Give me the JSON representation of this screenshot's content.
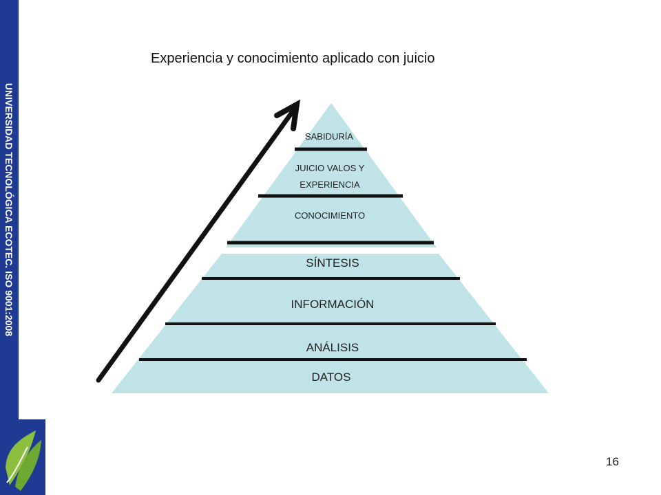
{
  "sidebar": {
    "text": "UNIVERSIDAD TECNOLÓGICA ECOTEC. ISO 9001:2008"
  },
  "title": "Experiencia y conocimiento aplicado con juicio",
  "page_number": "16",
  "colors": {
    "sidebar": "#1f3a93",
    "pyramid_fill": "#bfe3e6",
    "divider": "#111111",
    "logo_blue": "#1f3a93",
    "logo_green": "#8cbf3f"
  },
  "pyramid": {
    "levels": [
      {
        "label": "SABIDURÍA"
      },
      {
        "label": "JUICIO VALOS Y EXPERIENCIA",
        "line1": "JUICIO VALOS Y",
        "line2": "EXPERIENCIA"
      },
      {
        "label": "CONOCIMIENTO"
      },
      {
        "label": "SÍNTESIS"
      },
      {
        "label": "INFORMACIÓN"
      },
      {
        "label": "ANÁLISIS"
      },
      {
        "label": "DATOS"
      }
    ]
  }
}
